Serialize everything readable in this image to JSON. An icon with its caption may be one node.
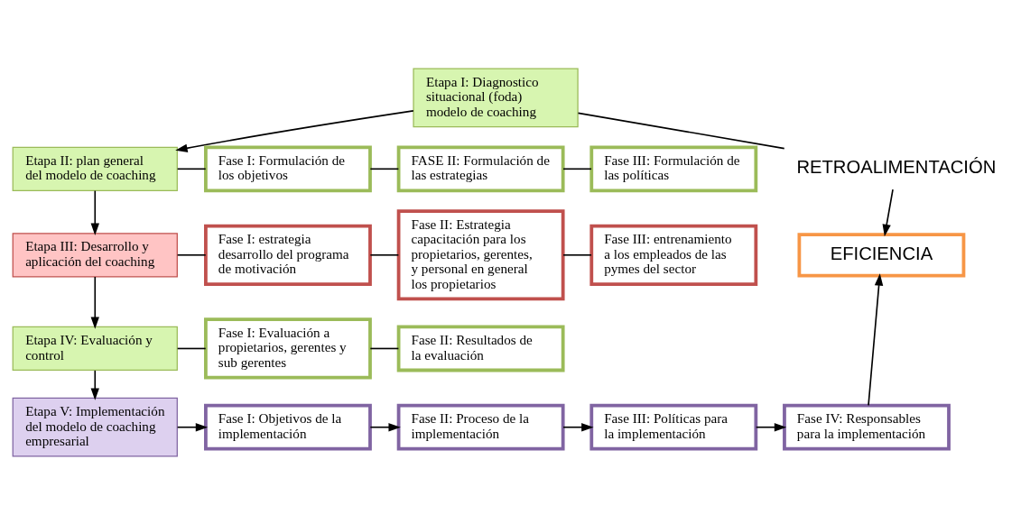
{
  "diagram": {
    "nodes": [
      {
        "text": [
          "Etapa I: Diagnostico situacional (foda) modelo de coaching"
        ]
      },
      {
        "text": [
          "Etapa II: plan general del modelo de coaching"
        ]
      },
      {
        "text": [
          "Fase I: Formulación de los objetivos"
        ]
      },
      {
        "text": [
          "FASE II: Formulación de las estrategias"
        ]
      },
      {
        "text": [
          "Fase III: Formulación de las políticas"
        ]
      },
      {
        "text": [
          "Etapa III: Desarrollo y aplicación del coaching"
        ]
      },
      {
        "text": [
          "Fase I: estrategia desarrollo del programa de motivación"
        ]
      },
      {
        "text": [
          "Fase II: Estrategia capacitación para los propietarios, gerentes, y personal en general los propietarios"
        ]
      },
      {
        "text": [
          "Fase III: entrenamiento a los empleados de las pymes del sector"
        ]
      },
      {
        "text": [
          "EFICIENCIA"
        ]
      },
      {
        "text": [
          "Etapa IV: Evaluación y control"
        ]
      },
      {
        "text": [
          "Fase I: Evaluación a propietarios, gerentes y sub gerentes"
        ]
      },
      {
        "text": [
          "Fase II: Resultados de la evaluación"
        ]
      },
      {
        "text": [
          "Etapa V: Implementación del modelo de coaching empresarial"
        ]
      },
      {
        "text": [
          "Fase I: Objetivos de la implementación"
        ]
      },
      {
        "text": [
          "Fase II: Proceso de la implementación"
        ]
      },
      {
        "text": [
          "Fase III: Políticas para la implementación"
        ]
      },
      {
        "text": [
          "Fase IV: Responsables para la implementación"
        ]
      },
      {
        "text": [
          "RETROALIMENTACIÓN"
        ]
      }
    ],
    "edges": [
      {
        "from": 0,
        "to": 1,
        "arrow": "to"
      },
      {
        "from": 1,
        "to": 2,
        "arrow": "none"
      },
      {
        "from": 2,
        "to": 3,
        "arrow": "none"
      },
      {
        "from": 3,
        "to": 4,
        "arrow": "none"
      },
      {
        "from": 1,
        "to": 5,
        "arrow": "to"
      },
      {
        "from": 5,
        "to": 6,
        "arrow": "none"
      },
      {
        "from": 6,
        "to": 7,
        "arrow": "none"
      },
      {
        "from": 7,
        "to": 8,
        "arrow": "none"
      },
      {
        "from": 5,
        "to": 10,
        "arrow": "to"
      },
      {
        "from": 10,
        "to": 11,
        "arrow": "none"
      },
      {
        "from": 11,
        "to": 12,
        "arrow": "none"
      },
      {
        "from": 10,
        "to": 13,
        "arrow": "to"
      },
      {
        "from": 13,
        "to": 14,
        "arrow": "to"
      },
      {
        "from": 14,
        "to": 15,
        "arrow": "to"
      },
      {
        "from": 15,
        "to": 16,
        "arrow": "to"
      },
      {
        "from": 16,
        "to": 17,
        "arrow": "to"
      },
      {
        "from": 17,
        "to": 9,
        "arrow": "to"
      },
      {
        "from": 0,
        "to": 18,
        "arrow": "none"
      },
      {
        "from": 18,
        "to": 9,
        "arrow": "to"
      }
    ]
  }
}
